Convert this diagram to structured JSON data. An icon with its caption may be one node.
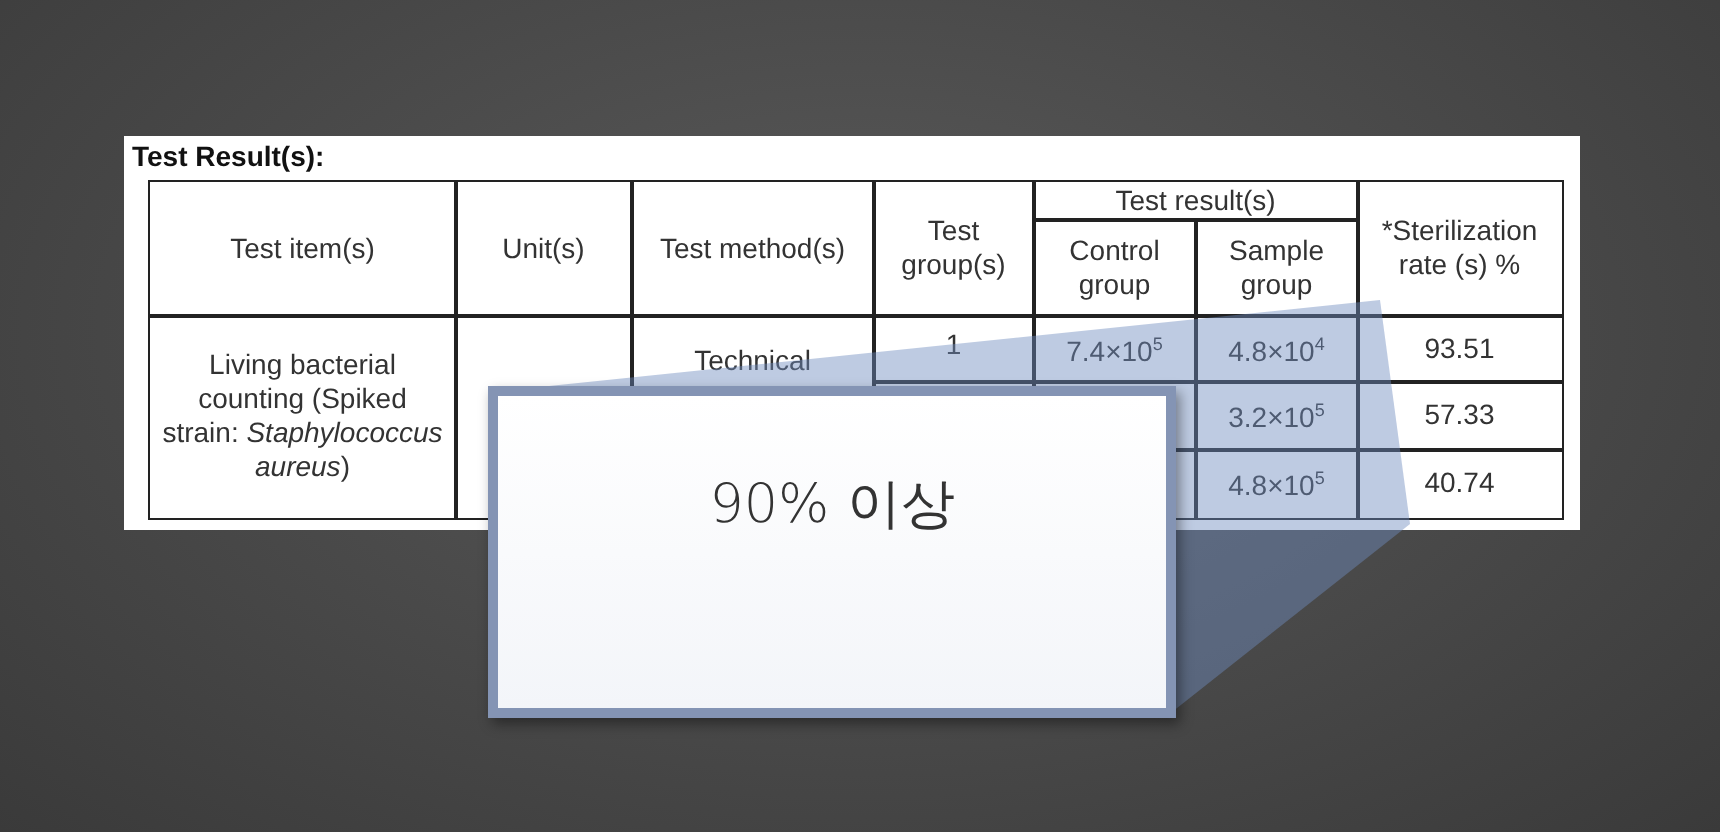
{
  "diagram": {
    "title": "Test Result(s):",
    "nodes": [
      {
        "text": [
          "90% 이상"
        ]
      }
    ],
    "labels": [
      "Test item(s)",
      "Unit(s)",
      "Test method(s)",
      "Test group(s)",
      "Test result(s)",
      "Control group",
      "Sample group",
      "*Sterilization rate (s) %",
      "Living bacterial counting (Spiked strain: *Staphylococcus aureus*)",
      "Technical",
      "1",
      "7.4×10$^{5}$",
      "4.8×10$^{4}$",
      "93.51",
      "3.2×10$^{5}$",
      "57.33",
      "4.8×10$^{5}$",
      "40.74"
    ]
  }
}
